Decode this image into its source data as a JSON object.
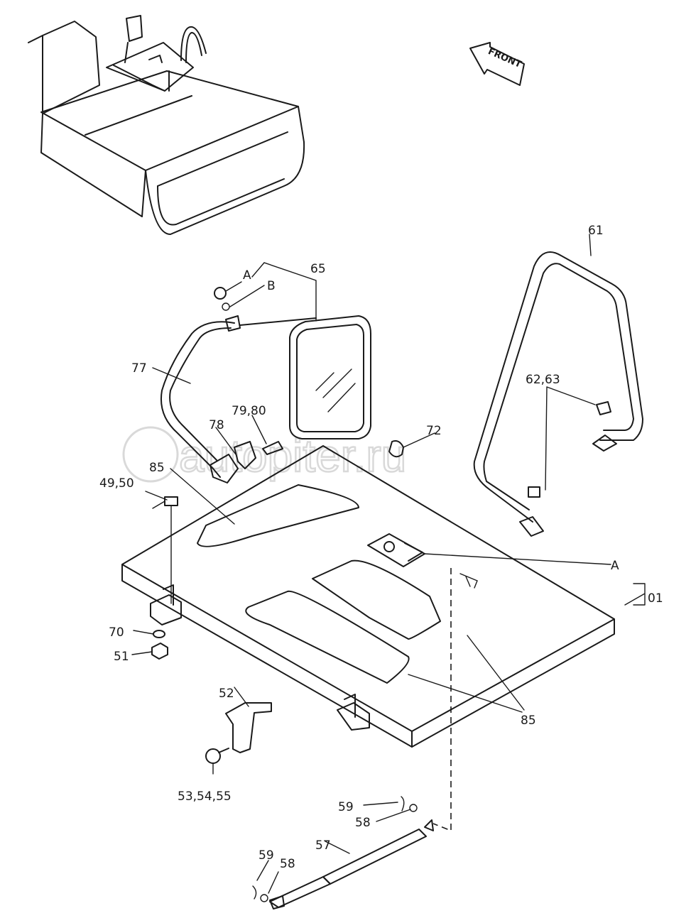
{
  "watermark": "autopiter.ru",
  "front_label": "FRONT",
  "labels": {
    "l01": "01",
    "l49_50": "49,50",
    "l51": "51",
    "l52": "52",
    "l53_55": "53,54,55",
    "l57": "57",
    "l58_top": "58",
    "l58_bottom": "58",
    "l59_top": "59",
    "l59_bottom": "59",
    "l61": "61",
    "l62_63": "62,63",
    "l65": "65",
    "l70": "70",
    "l72": "72",
    "l77": "77",
    "l78": "78",
    "l79_80": "79,80",
    "l85_left": "85",
    "l85_right": "85",
    "lA_top": "A",
    "lA_right": "A",
    "lB": "B"
  }
}
